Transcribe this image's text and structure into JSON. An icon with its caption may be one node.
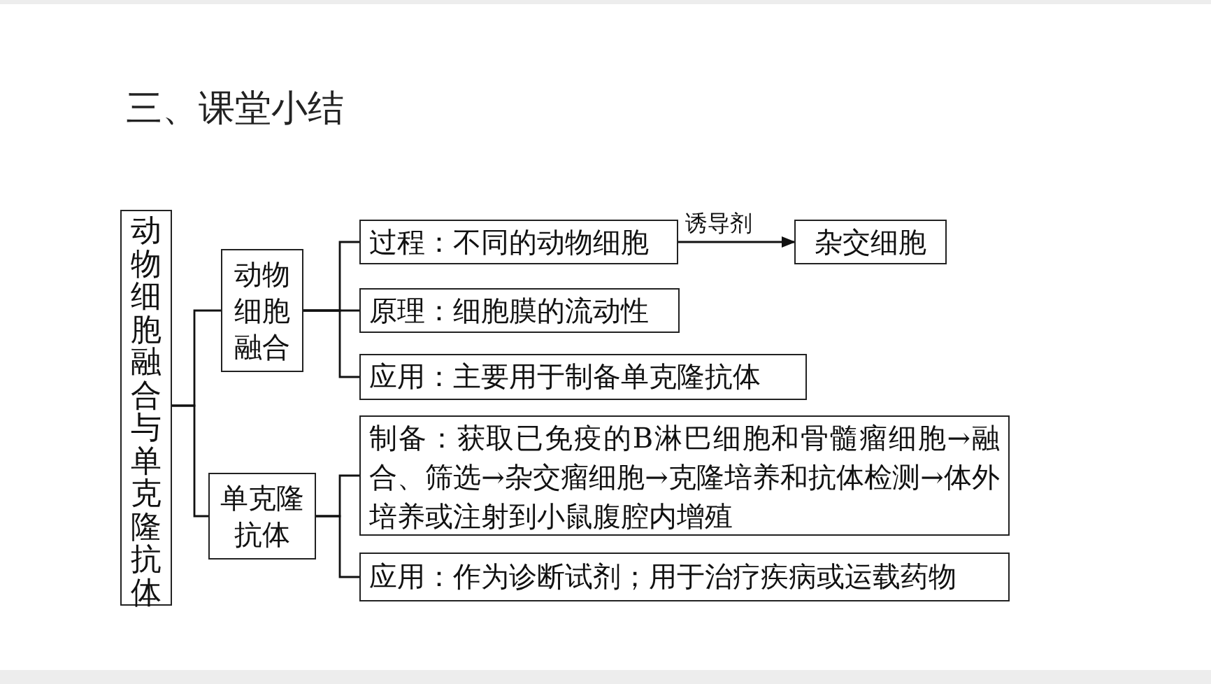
{
  "diagram": {
    "title": "三、课堂小结",
    "nodes": [
      {
        "text": [
          "动物细胞融合与单克隆抗体"
        ]
      },
      {
        "text": [
          "动物细胞融合"
        ]
      },
      {
        "text": [
          "过程：不同的动物细胞"
        ]
      },
      {
        "text": [
          "杂交细胞"
        ]
      },
      {
        "text": [
          "原理：细胞膜的流动性"
        ]
      },
      {
        "text": [
          "应用：主要用于制备单克隆抗体"
        ]
      },
      {
        "text": [
          "单克隆抗体"
        ]
      },
      {
        "text": [
          "制备：获取已免疫的B淋巴细胞和骨髓瘤细胞→融合、筛选→杂交瘤细胞→克隆培养和抗体检测→体外培养或注射到小鼠腹腔内增殖"
        ]
      },
      {
        "text": [
          "应用：作为诊断试剂；用于治疗疾病或运载药物"
        ]
      }
    ],
    "edges": [
      {
        "from": 0,
        "to": 1,
        "arrow": "none"
      },
      {
        "from": 0,
        "to": 6,
        "arrow": "none"
      },
      {
        "from": 1,
        "to": 2,
        "arrow": "none"
      },
      {
        "from": 1,
        "to": 4,
        "arrow": "none"
      },
      {
        "from": 1,
        "to": 5,
        "arrow": "none"
      },
      {
        "from": 2,
        "to": 3,
        "arrow": "to",
        "label": "诱导剂"
      },
      {
        "from": 6,
        "to": 7,
        "arrow": "none"
      },
      {
        "from": 6,
        "to": 8,
        "arrow": "none"
      }
    ]
  }
}
